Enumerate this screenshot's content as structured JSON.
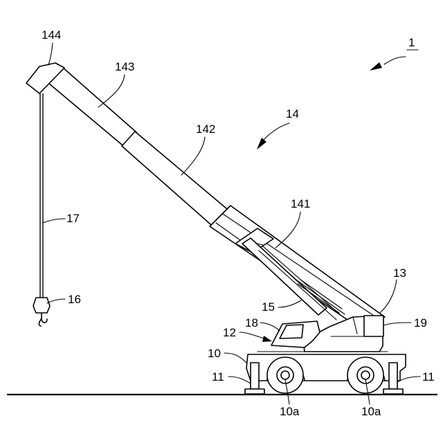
{
  "figure": {
    "labels": {
      "crane": "1",
      "boom": "14",
      "boom_base": "141",
      "boom_middle": "142",
      "boom_top": "143",
      "boom_head": "144",
      "lower_body": "10",
      "wheel_left": "10a",
      "wheel_right": "10a",
      "outrigger_left": "11",
      "outrigger_right": "11",
      "upper_body": "12",
      "turntable": "13",
      "cylinder": "15",
      "hook": "16",
      "wire": "17",
      "cab": "18",
      "counterweight": "19"
    }
  }
}
